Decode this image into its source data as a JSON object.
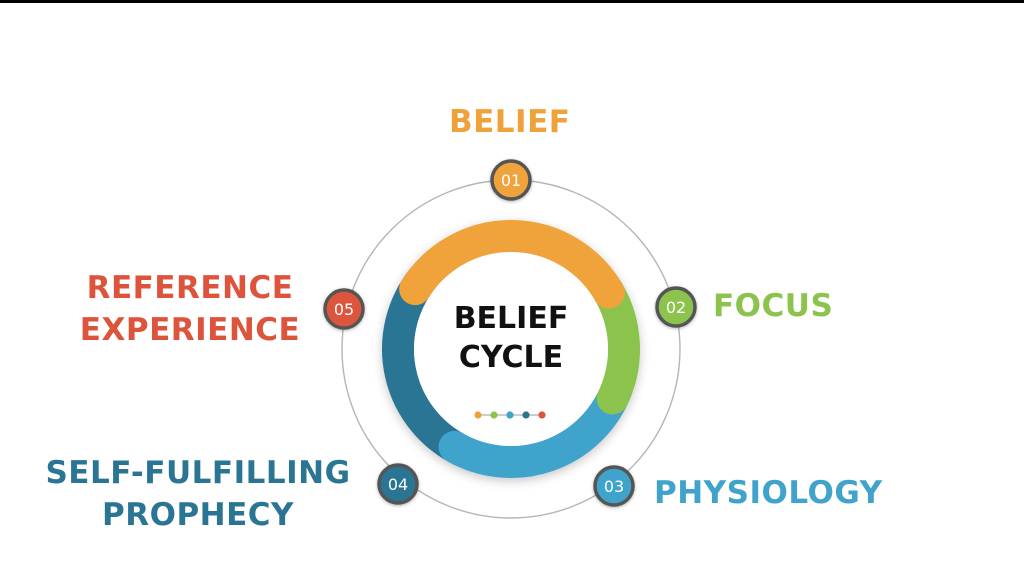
{
  "center": {
    "title_line1": "BELIEF",
    "title_line2": "CYCLE"
  },
  "stages": [
    {
      "number": "01",
      "lines": [
        "BELIEF"
      ],
      "color": "#f0a23a"
    },
    {
      "number": "02",
      "lines": [
        "FOCUS"
      ],
      "color": "#8cc34d"
    },
    {
      "number": "03",
      "lines": [
        "PHYSIOLOGY"
      ],
      "color": "#3fa3cc"
    },
    {
      "number": "04",
      "lines": [
        "SELF-FULFILLING",
        "PROPHECY"
      ],
      "color": "#2a7593"
    },
    {
      "number": "05",
      "lines": [
        "REFERENCE",
        "EXPERIENCE"
      ],
      "color": "#dd543c"
    }
  ],
  "dot_colors": [
    "#f0a23a",
    "#8cc34d",
    "#3fa3cc",
    "#2a7593",
    "#dd543c"
  ],
  "colors": {
    "badge_ring": "#555555",
    "outer_ring": "#b5b5b5",
    "center_text": "#111111"
  }
}
